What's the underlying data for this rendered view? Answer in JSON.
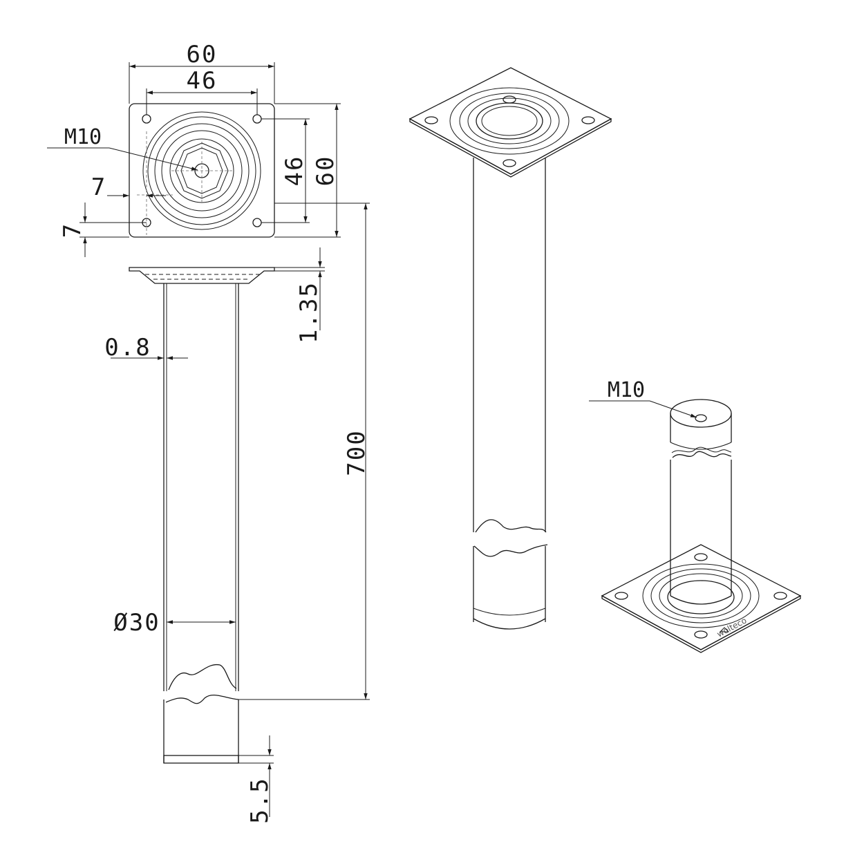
{
  "dimensions": {
    "plate_width": "60",
    "hole_spacing_x": "46",
    "hole_spacing_y": "46",
    "plate_height": "60",
    "hole_offset_x": "7",
    "hole_offset_y": "7",
    "plate_thickness": "1.35",
    "wall_thickness": "0.8",
    "leg_length": "700",
    "tube_diameter": "Ø30",
    "cap_height": "5.5"
  },
  "labels": {
    "thread_top_view": "M10",
    "thread_iso_view": "M10",
    "brand_mark": "wolteco"
  },
  "colors": {
    "line": "#1a1a1a",
    "background": "#ffffff"
  }
}
